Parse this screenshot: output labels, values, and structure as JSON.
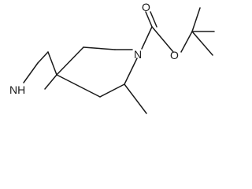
{
  "molecule": {
    "labels": {
      "azetidine_nh": "NH",
      "piperidine_n": "N",
      "carbonyl_o": "O",
      "ester_o": "O"
    }
  }
}
